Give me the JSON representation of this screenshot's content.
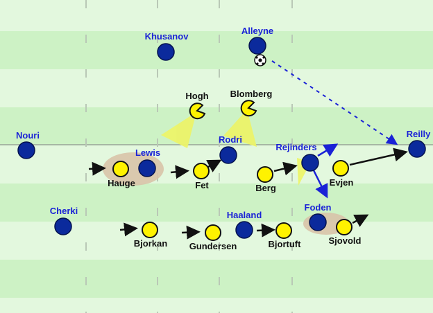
{
  "colors": {
    "stripe_light": "#e3f8de",
    "stripe_dark": "#cdf2c5",
    "blue_player": "#0b2a9c",
    "yellow_player": "#fff200",
    "blue_label": "#1a22d6",
    "black_label": "#111111",
    "cone": "#ecf46a",
    "pair_highlight": "#d8c3a8",
    "ball_pass": "#1a22d6"
  },
  "players": {
    "khusanov": "Khusanov",
    "alleyne": "Alleyne",
    "nouri": "Nouri",
    "lewis": "Lewis",
    "rodri": "Rodri",
    "rejinders": "Rejinders",
    "reilly": "Reilly",
    "cherki": "Cherki",
    "haaland": "Haaland",
    "foden": "Foden",
    "hogh": "Hogh",
    "blomberg": "Blomberg",
    "hauge": "Hauge",
    "fet": "Fet",
    "berg": "Berg",
    "evjen": "Evjen",
    "bjorkan": "Bjorkan",
    "gundersen": "Gundersen",
    "bjortuft": "Bjortuft",
    "sjovold": "Sjovold"
  },
  "icons": {
    "ball": "football-icon",
    "pressing_player": "pacman-icon",
    "movement": "arrow-icon",
    "pass": "dashed-arrow-icon"
  }
}
